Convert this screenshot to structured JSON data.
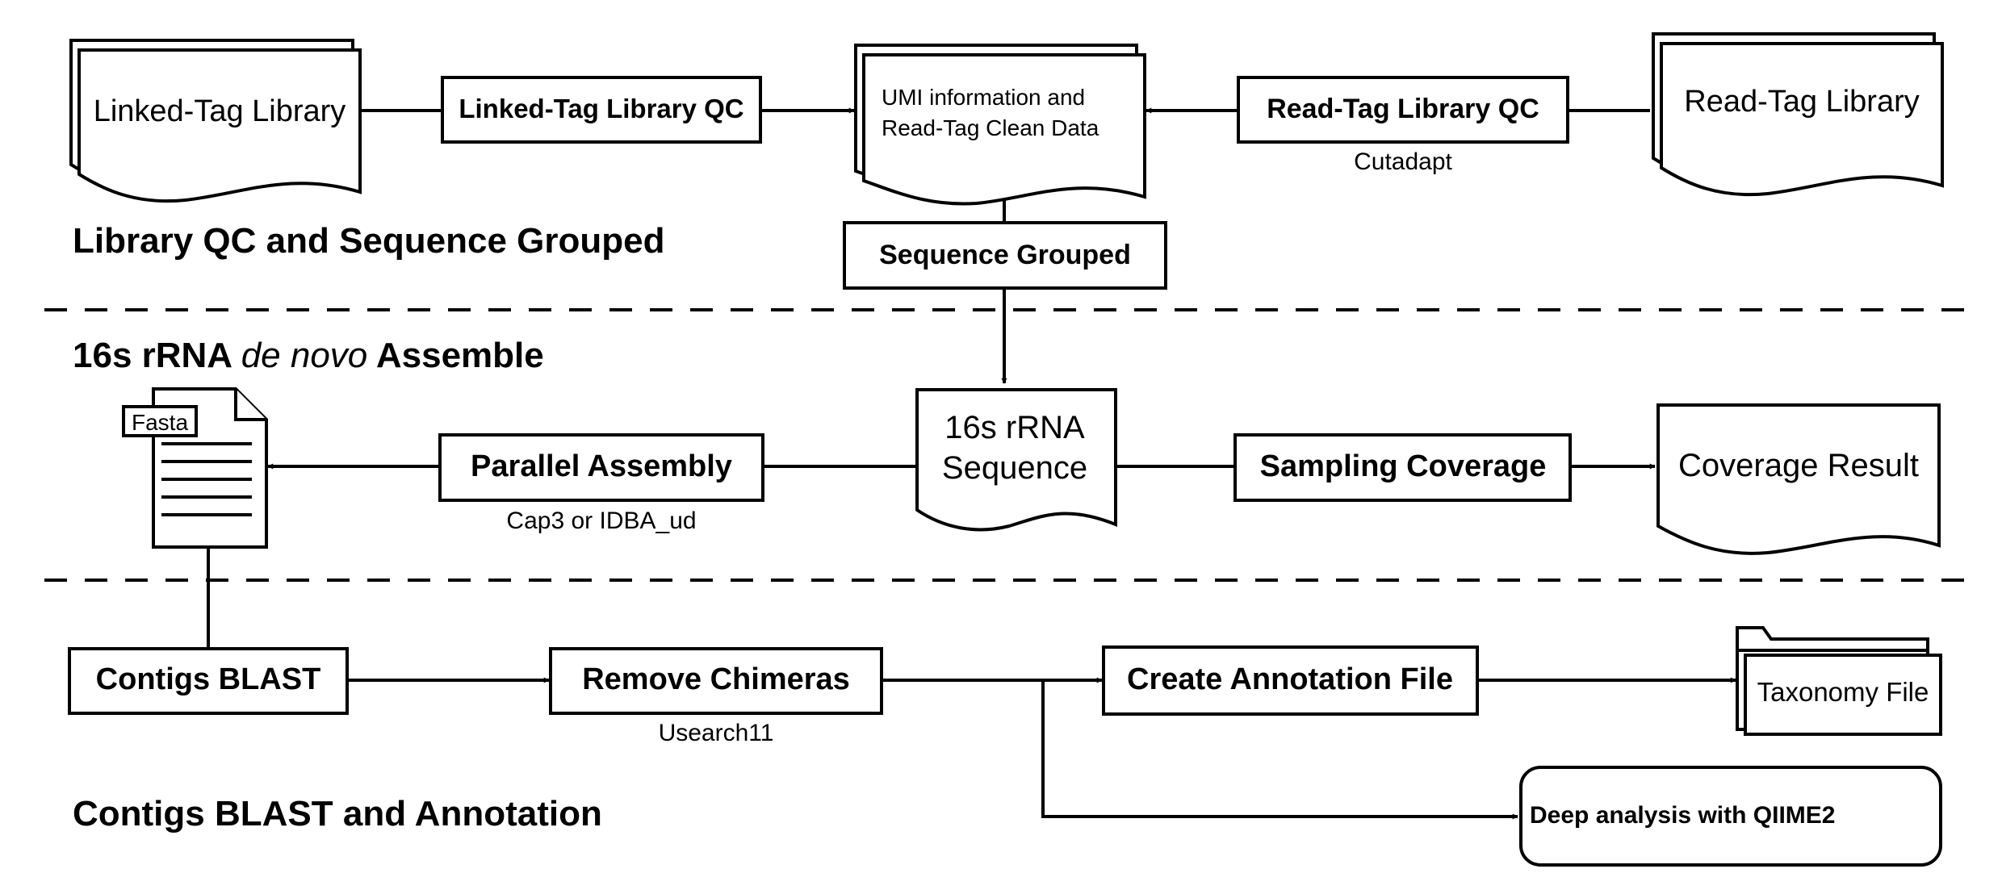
{
  "sections": {
    "library_qc": "Library QC and Sequence Grouped",
    "assemble_prefix": "16s rRNA ",
    "assemble_italic": "de novo",
    "assemble_suffix": " Assemble",
    "blast": "Contigs BLAST and Annotation"
  },
  "nodes": {
    "linked_tag_library": "Linked-Tag Library",
    "linked_tag_qc": "Linked-Tag Library QC",
    "umi_line1": "UMI information and",
    "umi_line2": "Read-Tag Clean Data",
    "read_tag_qc": "Read-Tag Library QC",
    "read_tag_library": "Read-Tag Library",
    "sequence_grouped": "Sequence Grouped",
    "fasta": "Fasta",
    "parallel_assembly": "Parallel Assembly",
    "rrna_line1": "16s rRNA",
    "rrna_line2": "Sequence",
    "sampling_coverage": "Sampling Coverage",
    "coverage_result": "Coverage Result",
    "contigs_blast": "Contigs BLAST",
    "remove_chimeras": "Remove Chimeras",
    "create_annotation": "Create Annotation File",
    "taxonomy_file": "Taxonomy File",
    "deep_analysis": "Deep analysis with QIIME2"
  },
  "tools": {
    "cutadapt": "Cutadapt",
    "cap3": "Cap3 or IDBA_ud",
    "usearch": "Usearch11"
  }
}
